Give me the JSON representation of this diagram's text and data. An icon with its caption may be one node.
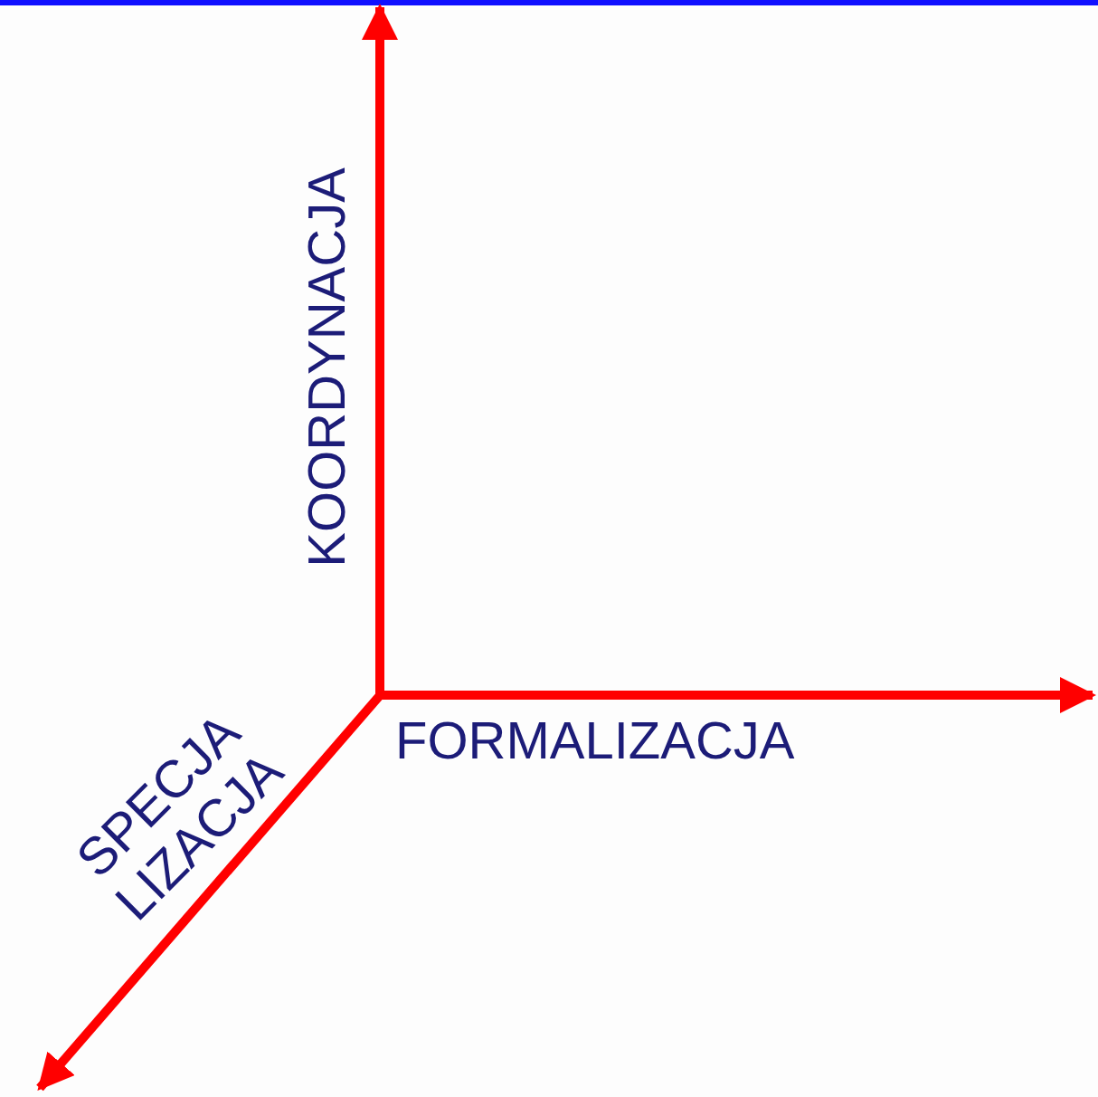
{
  "diagram": {
    "labels": [
      "KOORDYNACJA",
      "FORMALIZACJA",
      "SPECJA LIZACJA"
    ]
  }
}
